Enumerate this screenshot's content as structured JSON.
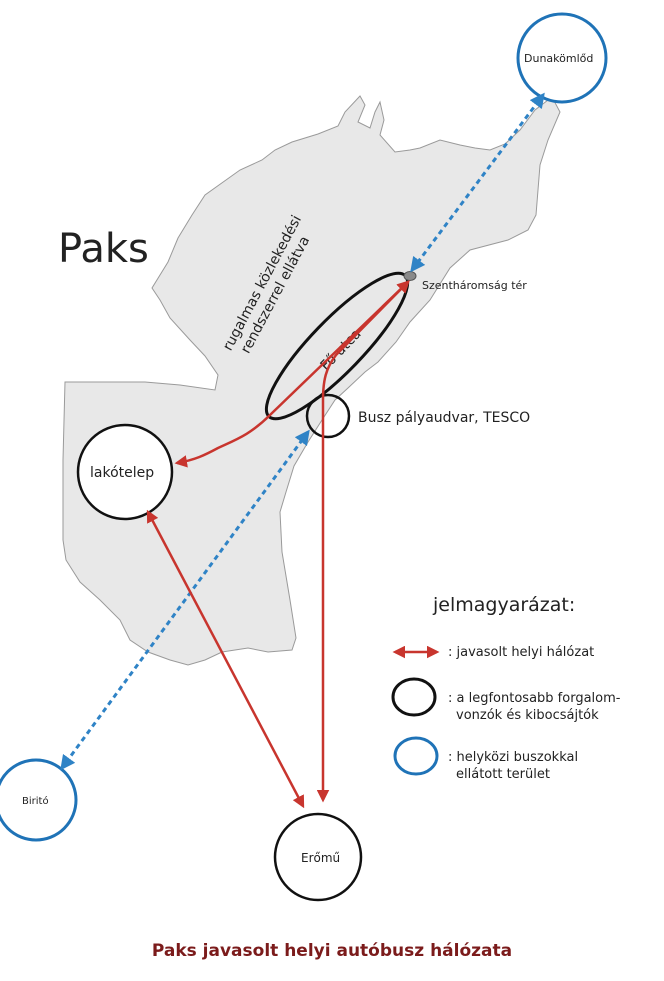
{
  "map": {
    "city_title": "Paks",
    "flexible_zone_text": [
      "rugalmas közlekedési",
      "rendszerrel ellátva"
    ],
    "street_label": "Fő utca",
    "places": {
      "szentharomsag": "Szentháromság tér",
      "bus_station": "Busz pályaudvar, TESCO",
      "lakotelep": "lakótelep",
      "dunakomlod": "Dunakömlőd",
      "birito": "Biritó",
      "eromu": "Erőmű"
    }
  },
  "legend": {
    "title": "jelmagyarázat:",
    "items": [
      {
        "symbol": "red-double-arrow",
        "lines": [
          ": javasolt helyi hálózat"
        ]
      },
      {
        "symbol": "black-circle",
        "lines": [
          ": a legfontosabb forgalom-",
          "vonzók és kibocsájtók"
        ]
      },
      {
        "symbol": "blue-circle",
        "lines": [
          ": helyközi buszokkal",
          "ellátott terület"
        ]
      }
    ]
  },
  "caption": "Paks javasolt helyi autóbusz hálózata",
  "colors": {
    "city_fill": "#e8e8e8",
    "city_outline": "#9a9a9a",
    "local_network": "#c8352e",
    "intercity": "#2f83c6",
    "intercity_circle": "#1f73b7",
    "generator_circle": "#111111",
    "caption": "#7b1b1b"
  }
}
